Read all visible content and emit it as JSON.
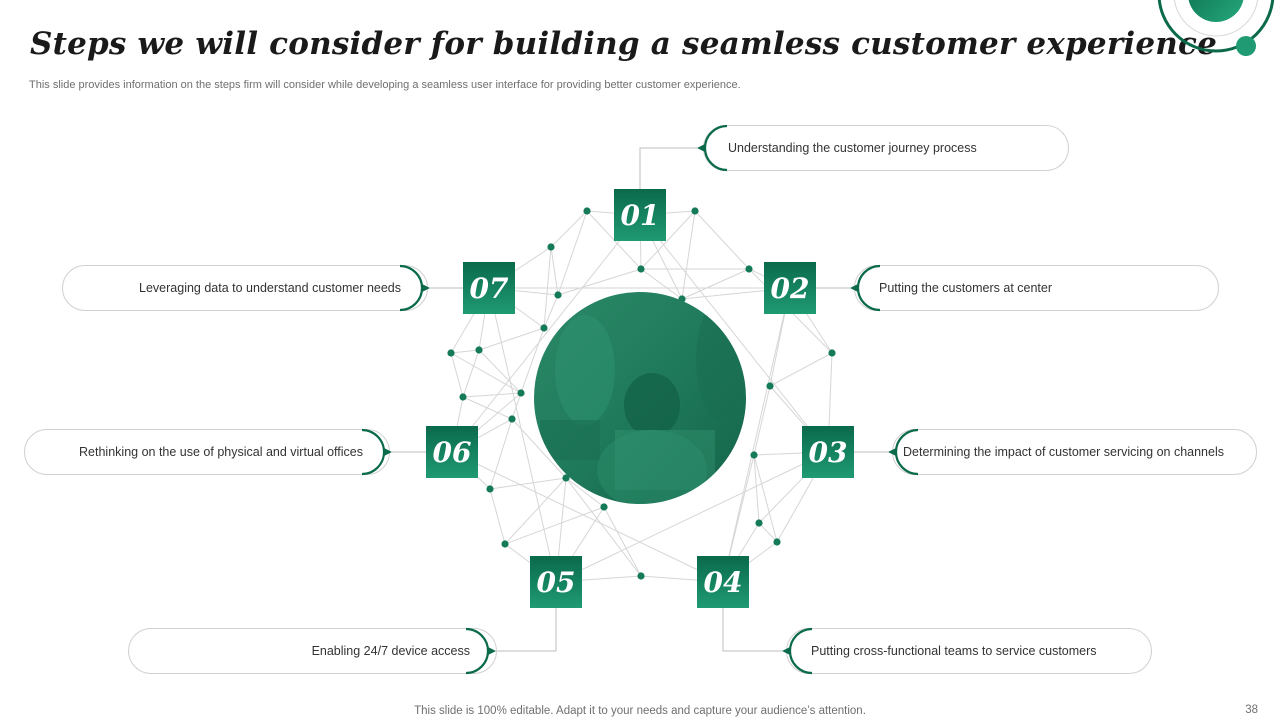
{
  "slide": {
    "title": "Steps we will consider for building a seamless customer experience",
    "subtitle": "This slide provides information on the steps firm will consider while developing a seamless user interface for providing better customer experience.",
    "footer": "This slide is 100% editable. Adapt it to your needs and capture your audience’s attention.",
    "page_number": "38"
  },
  "colors": {
    "accent_dark": "#0a6a4b",
    "accent_light": "#1f9a73",
    "network_line": "#d4d4d4"
  },
  "steps": [
    {
      "number": "01",
      "label": "Understanding  the customer journey process"
    },
    {
      "number": "02",
      "label": "Putting the customers at center"
    },
    {
      "number": "03",
      "label": "Determining  the impact of customer servicing on channels"
    },
    {
      "number": "04",
      "label": "Putting cross-functional teams to service customers"
    },
    {
      "number": "05",
      "label": "Enabling 24/7 device  access"
    },
    {
      "number": "06",
      "label": "Rethinking on the use of physical and virtual offices"
    },
    {
      "number": "07",
      "label": "Leveraging  data to understand  customer needs"
    }
  ],
  "center_image": {
    "icon": "team-photo"
  },
  "decoration": {
    "icon": "target-circle-icon"
  }
}
